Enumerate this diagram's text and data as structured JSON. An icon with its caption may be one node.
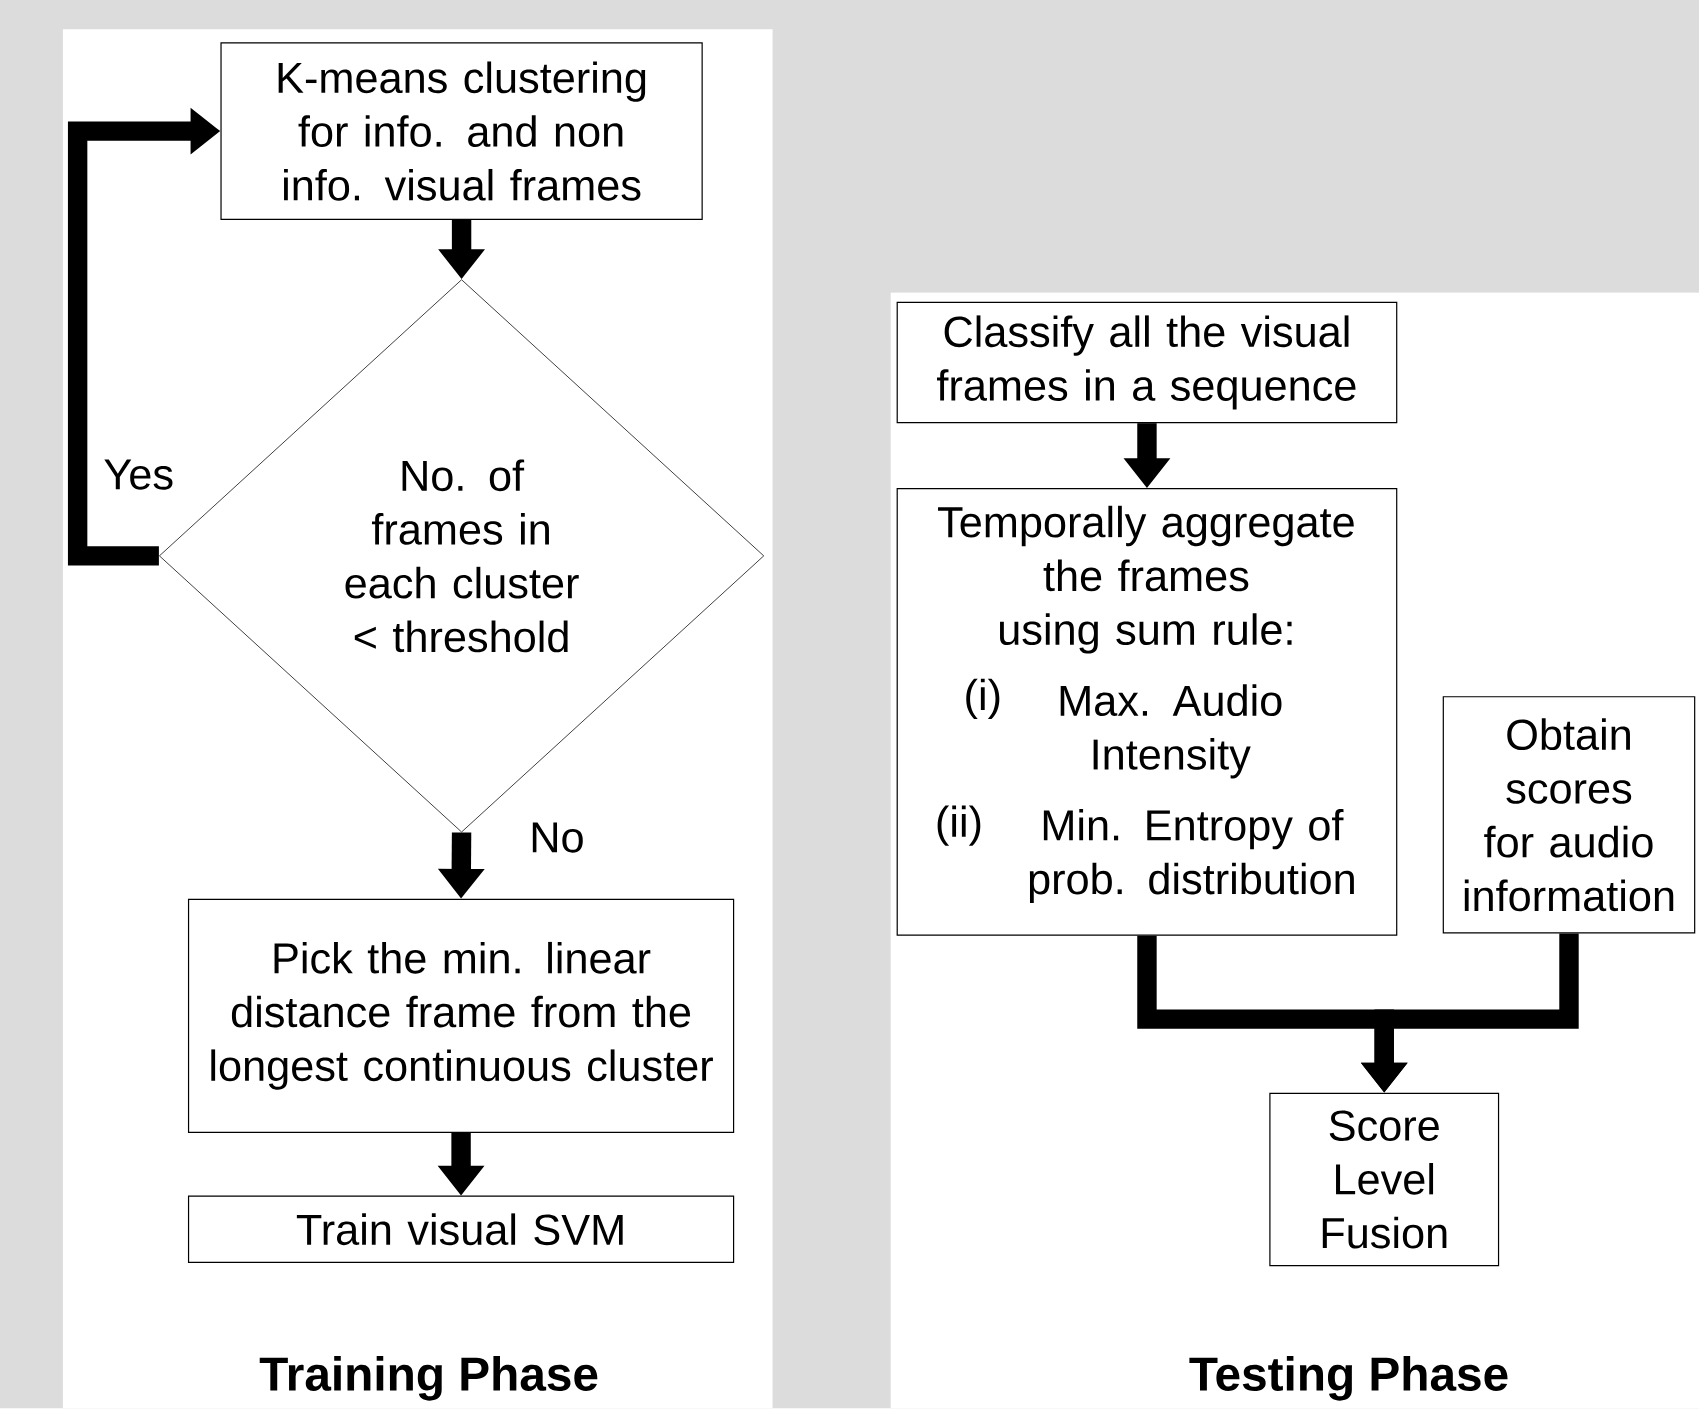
{
  "diagram": {
    "nodes": [
      {
        "text": [
          "K-means clustering for info. and non info. visual frames"
        ]
      },
      {
        "text": [
          "No. of frames in each cluster < threshold"
        ]
      },
      {
        "text": [
          "Pick the min. linear distance frame from the longest continuous cluster"
        ]
      },
      {
        "text": [
          "Train visual SVM"
        ]
      },
      {
        "text": [
          "Classify all the visual frames in a sequence"
        ]
      },
      {
        "text": [
          "Temporally aggregate the frames using sum rule:",
          "(i)",
          "Max. Audio Intensity",
          "(ii)",
          "Min. Entropy of prob. distribution"
        ]
      },
      {
        "text": [
          "Obtain scores for audio information"
        ]
      },
      {
        "text": [
          "Score Level Fusion"
        ]
      }
    ],
    "edges": [
      {
        "from": 0,
        "to": 1,
        "arrow": "to"
      },
      {
        "from": 1,
        "to": 0,
        "arrow": "to",
        "label": "Yes"
      },
      {
        "from": 1,
        "to": 2,
        "arrow": "to",
        "label": "No"
      },
      {
        "from": 2,
        "to": 3,
        "arrow": "to"
      },
      {
        "from": 4,
        "to": 5,
        "arrow": "to"
      },
      {
        "from": 5,
        "to": 7,
        "arrow": "to"
      },
      {
        "from": 6,
        "to": 7,
        "arrow": "to"
      }
    ],
    "labels": [
      "Training Phase",
      "Testing Phase"
    ]
  }
}
